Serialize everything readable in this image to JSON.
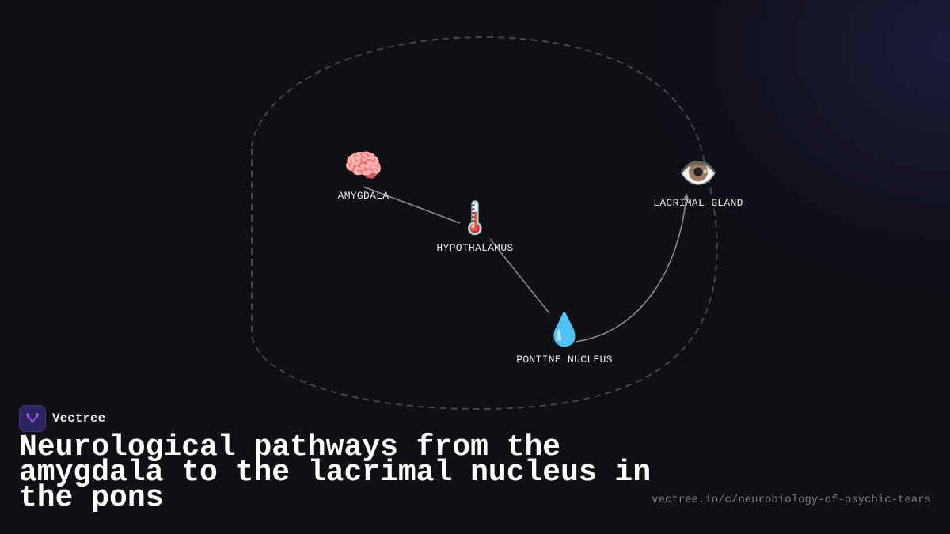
{
  "brand": {
    "name": "Vectree",
    "logo_icon": "vectree-logo-icon",
    "accent": "#a24ee0"
  },
  "title": "Neurological pathways from the amygdala to the lacrimal nucleus in the pons",
  "url": "vectree.io/c/neurobiology-of-psychic-tears",
  "diagram": {
    "nodes": [
      {
        "id": "amygdala",
        "label": "AMYGDALA",
        "icon": "brain-icon",
        "glyph": "🧠"
      },
      {
        "id": "hypothalamus",
        "label": "HYPOTHALAMUS",
        "icon": "thermometer-icon",
        "glyph": "🌡️"
      },
      {
        "id": "pontine",
        "label": "PONTINE NUCLEUS",
        "icon": "droplet-icon",
        "glyph": "💧"
      },
      {
        "id": "lacrimal",
        "label": "LACRIMAL GLAND",
        "icon": "eye-icon",
        "glyph": "👁️"
      }
    ],
    "edges": [
      {
        "from": "amygdala",
        "to": "hypothalamus"
      },
      {
        "from": "hypothalamus",
        "to": "pontine"
      },
      {
        "from": "pontine",
        "to": "lacrimal",
        "arrow": true
      }
    ],
    "colors": {
      "edge": "#8a8a8e",
      "boundary": "#45454b",
      "background": "#0f0f14"
    }
  }
}
